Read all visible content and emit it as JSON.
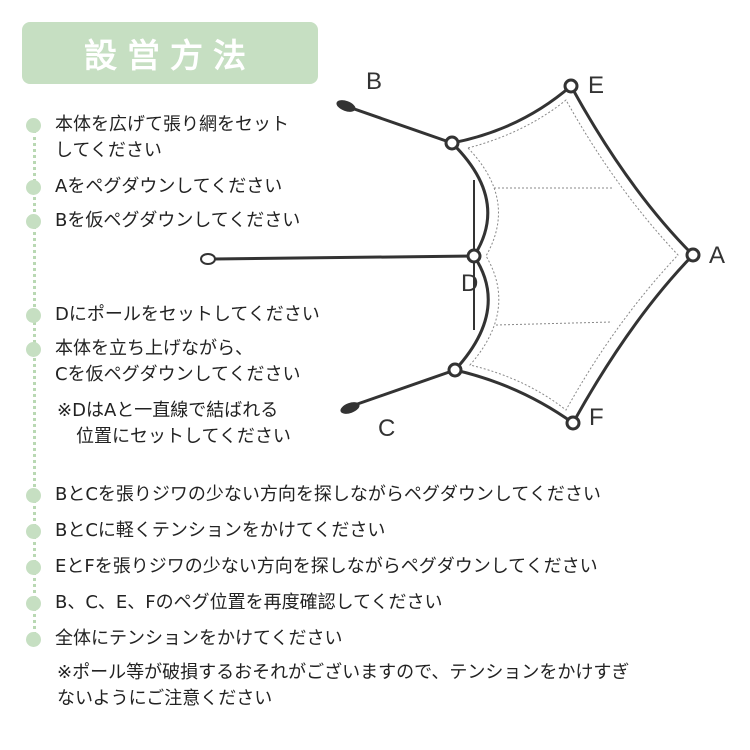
{
  "title": "設営方法",
  "steps": [
    [
      "本体を広げて張り網をセット",
      "してください"
    ],
    [
      "Aをペグダウンしてください"
    ],
    [
      "Bを仮ペグダウンしてください"
    ],
    [
      "Dにポールをセットしてください"
    ],
    [
      "本体を立ち上げながら、",
      "Cを仮ペグダウンしてください"
    ],
    [
      "BとCを張りジワの少ない方向を探しながらペグダウンしてください"
    ],
    [
      "BとCに軽くテンションをかけてください"
    ],
    [
      "EとFを張りジワの少ない方向を探しながらペグダウンしてください"
    ],
    [
      "B、C、E、Fのペグ位置を再度確認してください"
    ],
    [
      "全体にテンションをかけてください"
    ]
  ],
  "note_step5": [
    "※DはAと一直線で結ばれる",
    "位置にセットしてください"
  ],
  "note_bottom": [
    "※ポール等が破損するおそれがございますので、テンションをかけすぎ",
    "ないようにご注意ください"
  ],
  "diagram": {
    "labels": {
      "A": "A",
      "B": "B",
      "C": "C",
      "D": "D",
      "E": "E",
      "F": "F"
    }
  },
  "colors": {
    "accent": "#c6dfc2",
    "text": "#222222",
    "line": "#333333"
  }
}
